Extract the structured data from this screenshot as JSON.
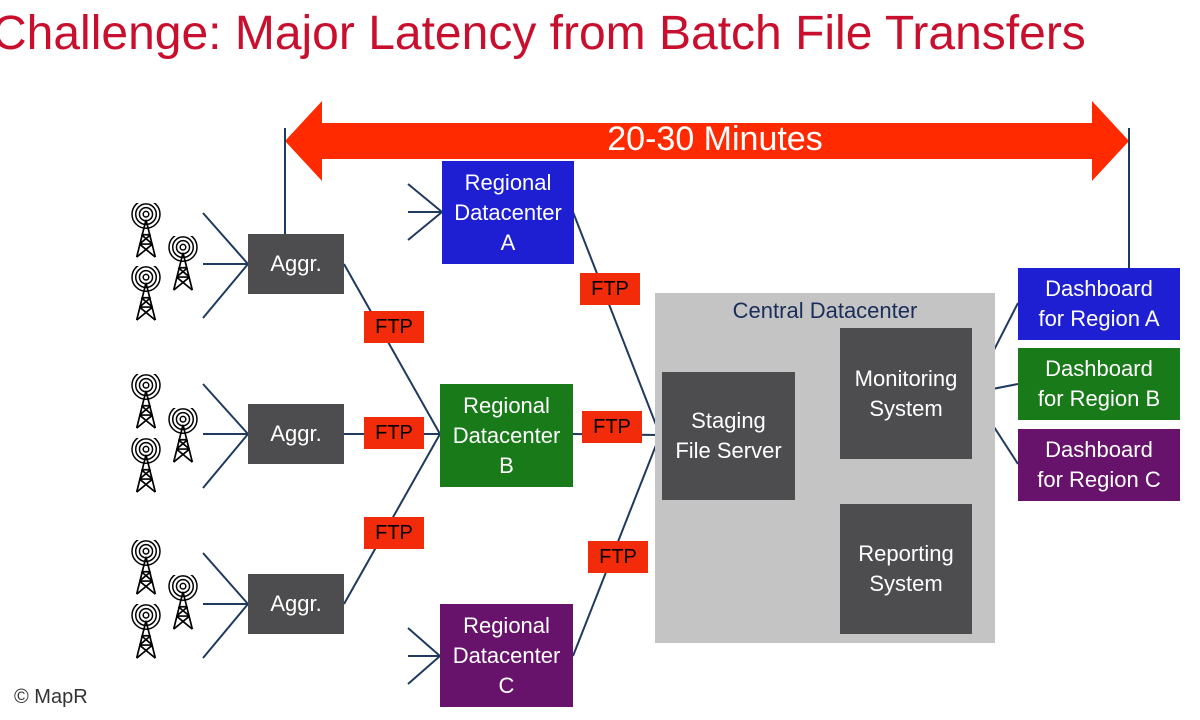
{
  "title": "Challenge: Major Latency from Batch File Transfers",
  "span_label": "20-30 Minutes",
  "aggregators": [
    "Aggr.",
    "Aggr.",
    "Aggr."
  ],
  "ftp_label": "FTP",
  "regional": {
    "a": "Regional\nDatacenter\nA",
    "b": "Regional\nDatacenter\nB",
    "c": "Regional\nDatacenter\nC"
  },
  "central": {
    "label": "Central Datacenter",
    "staging": "Staging\nFile Server",
    "monitoring": "Monitoring\nSystem",
    "reporting": "Reporting\nSystem"
  },
  "dashboards": [
    "Dashboard\nfor Region A",
    "Dashboard\nfor Region B",
    "Dashboard\nfor Region C"
  ],
  "copyright": "© MapR",
  "colors": {
    "title": "#c8102e",
    "arrow": "#ff2a00",
    "region_a": "#1e1ed2",
    "region_b": "#197a19",
    "region_c": "#68136b",
    "node_gray": "#4d4d4f",
    "central_bg": "#c4c4c4",
    "ftp": "#f22c0b",
    "wire": "#1f3a5f"
  },
  "icons": [
    "cell-tower-icon"
  ]
}
